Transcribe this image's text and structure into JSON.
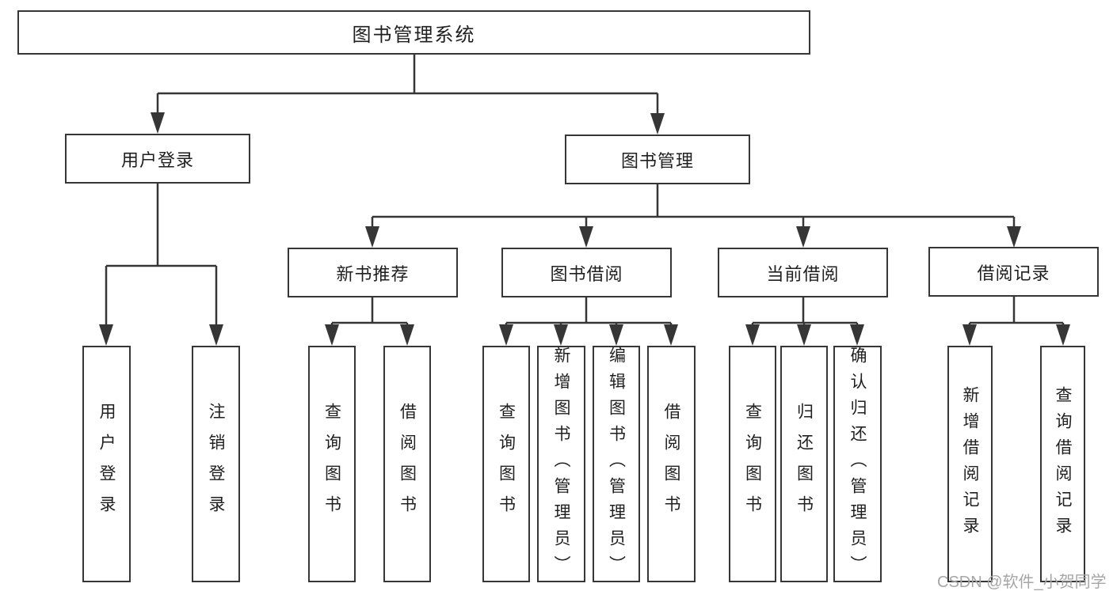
{
  "nodes": {
    "root": "图书管理系统",
    "user_login": "用户登录",
    "book_mgmt": "图书管理",
    "new_book_rec": "新书推荐",
    "book_borrow": "图书借阅",
    "current_borrow": "当前借阅",
    "borrow_record": "借阅记录",
    "leaf_user_login": "用户登录",
    "leaf_logout": "注销登录",
    "leaf_query_book_nb": "查询图书",
    "leaf_borrow_book_nb": "借阅图书",
    "leaf_query_book_bb": "查询图书",
    "leaf_add_book": "新增图书（管理员）",
    "leaf_edit_book": "编辑图书（管理员）",
    "leaf_borrow_book_bb": "借阅图书",
    "leaf_query_book_cb": "查询图书",
    "leaf_return_book": "归还图书",
    "leaf_confirm_return": "确认归还（管理员）",
    "leaf_add_borrow_record": "新增借阅记录",
    "leaf_query_borrow_record": "查询借阅记录"
  },
  "watermark": "CSDN @软件_小贺同学",
  "colors": {
    "line": "#363636",
    "border": "#363636",
    "text": "#1f1f1f",
    "watermark": "#a6a6a6",
    "background": "#ffffff"
  }
}
